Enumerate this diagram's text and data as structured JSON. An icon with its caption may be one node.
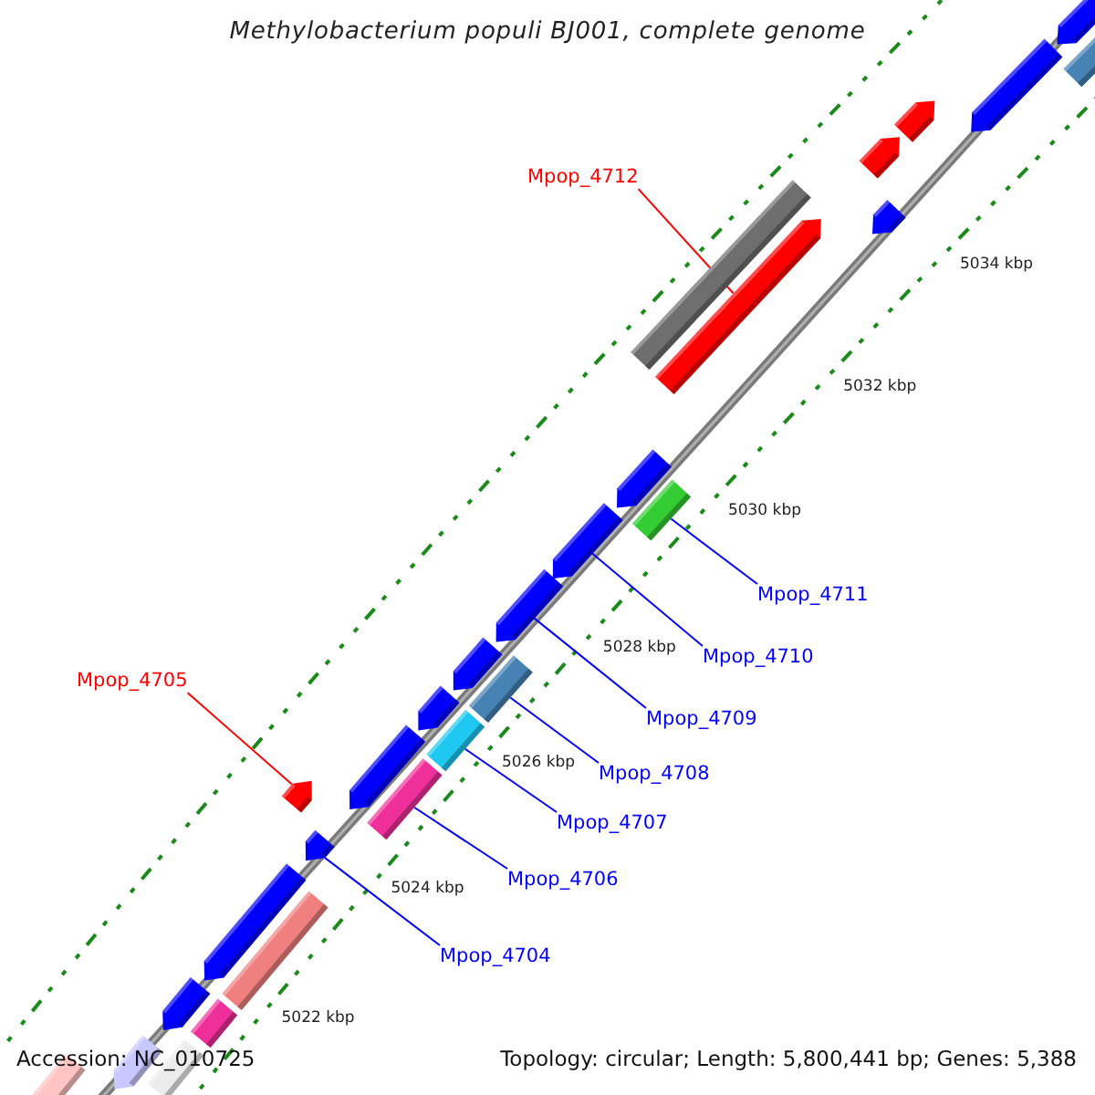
{
  "diagram": {
    "title": "Methylobacterium populi BJ001, complete genome",
    "nodes": [
      {
        "text": [
          "Mpop_4712"
        ]
      },
      {
        "text": [],
        "shape": "pentagon"
      },
      {
        "text": [
          "Mpop_4711"
        ]
      },
      {
        "text": [],
        "shape": "bar"
      },
      {
        "text": [
          "Mpop_4710"
        ]
      },
      {
        "text": [],
        "shape": "pentagon"
      },
      {
        "text": [
          "Mpop_4709"
        ]
      },
      {
        "text": [],
        "shape": "pentagon"
      },
      {
        "text": [
          "Mpop_4705"
        ]
      },
      {
        "text": [],
        "shape": "pentagon"
      },
      {
        "text": [
          "Mpop_4708"
        ]
      },
      {
        "text": [],
        "shape": "bar"
      },
      {
        "text": [
          "Mpop_4707"
        ]
      },
      {
        "text": [],
        "shape": "bar"
      },
      {
        "text": [
          "Mpop_4706"
        ]
      },
      {
        "text": [],
        "shape": "bar"
      },
      {
        "text": [
          "Mpop_4704"
        ]
      },
      {
        "text": [],
        "shape": "pentagon"
      },
      {
        "text": [],
        "shape": "pentagon"
      },
      {
        "text": [],
        "shape": "bar"
      },
      {
        "text": [],
        "shape": "pentagon"
      },
      {
        "text": [],
        "shape": "pentagon"
      },
      {
        "text": [],
        "shape": "pentagon"
      },
      {
        "text": [],
        "shape": "bar"
      },
      {
        "text": [],
        "shape": "pentagon"
      },
      {
        "text": [],
        "shape": "pentagon"
      },
      {
        "text": [],
        "shape": "pentagon"
      },
      {
        "text": [],
        "shape": "pentagon"
      },
      {
        "text": [],
        "shape": "pentagon"
      },
      {
        "text": [],
        "shape": "pentagon"
      },
      {
        "text": [],
        "shape": "bar"
      },
      {
        "text": [],
        "shape": "pentagon"
      },
      {
        "text": [],
        "shape": "bar"
      },
      {
        "text": [],
        "shape": "pentagon"
      },
      {
        "text": [],
        "shape": "bar"
      },
      {
        "text": [],
        "shape": "bar"
      }
    ],
    "edges": [
      {
        "from": 0,
        "to": 1,
        "arrow": "none",
        "color": "#ff0000"
      },
      {
        "from": 2,
        "to": 3,
        "arrow": "none"
      },
      {
        "from": 4,
        "to": 5,
        "arrow": "none"
      },
      {
        "from": 6,
        "to": 7,
        "arrow": "none"
      },
      {
        "from": 8,
        "to": 9,
        "arrow": "none",
        "color": "#ff0000"
      },
      {
        "from": 10,
        "to": 11,
        "arrow": "none"
      },
      {
        "from": 12,
        "to": 13,
        "arrow": "none"
      },
      {
        "from": 14,
        "to": 15,
        "arrow": "none"
      },
      {
        "from": 16,
        "to": 17,
        "arrow": "none"
      }
    ],
    "labels": [
      "5034 kbp",
      "5032 kbp",
      "5030 kbp",
      "5028 kbp",
      "5026 kbp",
      "5024 kbp",
      "5022 kbp",
      "Accession: NC_010725",
      "Topology: circular; Length: 5,800,441 bp; Genes: 5,388"
    ]
  }
}
